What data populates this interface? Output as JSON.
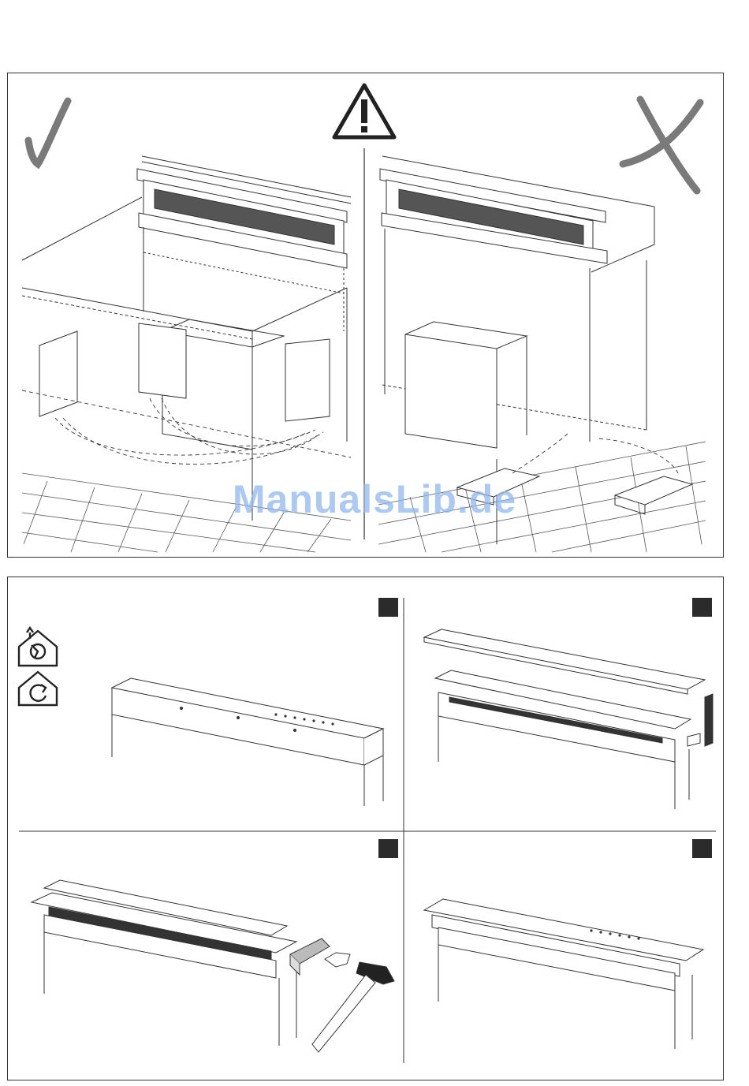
{
  "watermark": {
    "text": "ManualsLib.de"
  },
  "top_panel": {
    "left_verdict": "correct-checkmark",
    "right_verdict": "wrong-cross",
    "warning": "warning-triangle-icon"
  },
  "bottom_panel": {
    "mode_icons": [
      "house-extraction-icon",
      "house-recirculation-icon"
    ],
    "steps": [
      "step-1",
      "step-2",
      "step-3",
      "step-4"
    ]
  },
  "colors": {
    "line": "#333333",
    "accent_gray": "#7a7a7a",
    "watermark": "#8fb8ee",
    "step_box": "#2b2b2b"
  }
}
